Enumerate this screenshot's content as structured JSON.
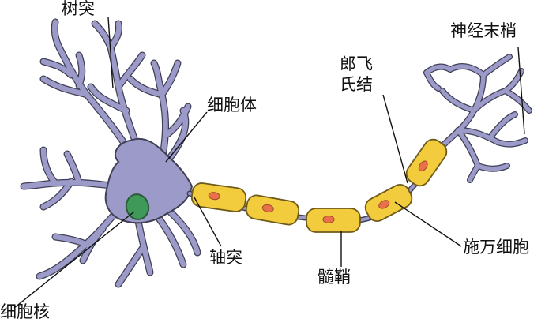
{
  "labels": {
    "dendrite": "树突",
    "cell_body": "细胞体",
    "nucleus": "细胞核",
    "axon": "轴突",
    "node_of_ranvier_line1": "郎飞",
    "node_of_ranvier_line2": "氏结",
    "myelin_sheath": "髓鞘",
    "schwann_cell": "施万细胞",
    "nerve_ending": "神经末梢"
  },
  "colors": {
    "neuron_body": "#9b9ac8",
    "neuron_outline": "#3f3f55",
    "nucleus": "#3f9a5a",
    "myelin_fill": "#f2cc3c",
    "myelin_outline": "#6e5a1a",
    "schwann_nucleus": "#e8704a",
    "leader_line": "#111111"
  }
}
